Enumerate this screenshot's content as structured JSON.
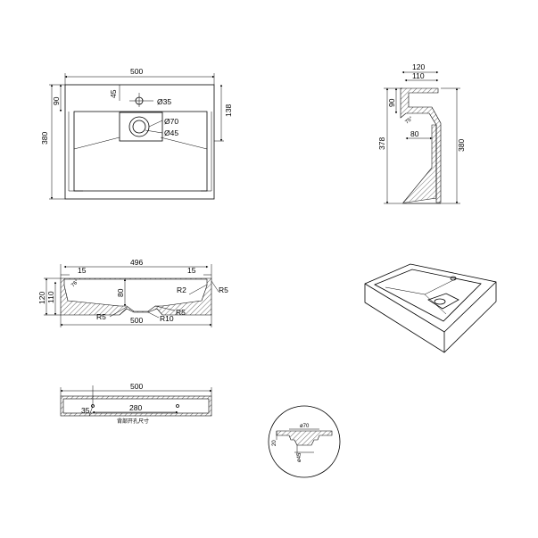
{
  "top_view": {
    "width": "500",
    "height_total": "380",
    "offset_top": "90",
    "offset_right": "138",
    "tap_offset": "45",
    "tap_hole": "Ø35",
    "drain_outer": "Ø70",
    "drain_inner": "Ø45"
  },
  "side_view": {
    "top_width": "120",
    "inner_width": "110",
    "height_left": "378",
    "height_right": "380",
    "offset_top": "90",
    "depth": "80",
    "angle": "75°"
  },
  "front_section": {
    "top_width": "496",
    "left_margin": "15",
    "right_margin": "15",
    "height_outer": "120",
    "height_inner": "110",
    "depth": "80",
    "radius_top": "R2",
    "radius_right": "R5",
    "radius_left_bottom": "R5",
    "radius_center": "R10",
    "radius_right_bottom": "R5",
    "bottom_width": "500",
    "angle": "76°"
  },
  "back_view": {
    "width": "500",
    "hole_spacing": "280",
    "edge_offset": "35",
    "caption": "背部开孔尺寸"
  },
  "detail": {
    "outer_dia": "ø70",
    "inner_dia": "ø45",
    "depth": "20"
  }
}
